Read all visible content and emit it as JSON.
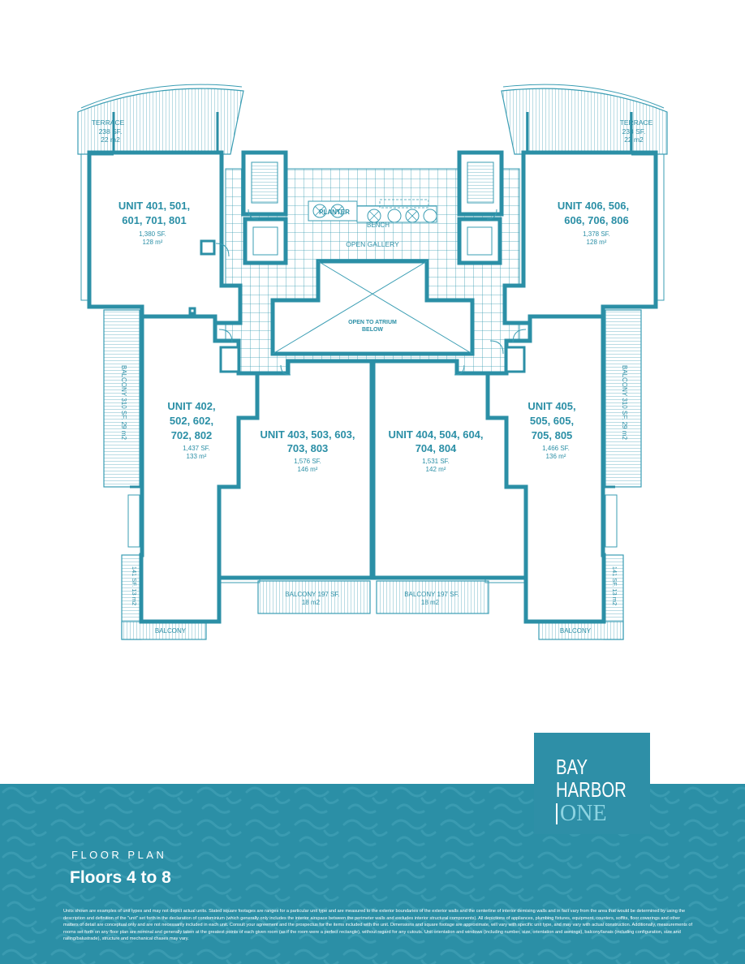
{
  "plan": {
    "units": {
      "u401": {
        "name_line1": "UNIT 401, 501,",
        "name_line2": "601, 701, 801",
        "sf": "1,380 SF.",
        "m2": "128 m²"
      },
      "u406": {
        "name_line1": "UNIT 406, 506,",
        "name_line2": "606, 706, 806",
        "sf": "1,378 SF.",
        "m2": "128 m²"
      },
      "u402": {
        "name_line1": "UNIT 402,",
        "name_line2": "502, 602,",
        "name_line3": "702, 802",
        "sf": "1,437 SF.",
        "m2": "133 m²"
      },
      "u403": {
        "name_line1": "UNIT 403, 503, 603,",
        "name_line2": "703, 803",
        "sf": "1,576 SF.",
        "m2": "146 m²"
      },
      "u404": {
        "name_line1": "UNIT 404, 504, 604,",
        "name_line2": "704, 804",
        "sf": "1,531 SF.",
        "m2": "142 m²"
      },
      "u405": {
        "name_line1": "UNIT 405,",
        "name_line2": "505, 605,",
        "name_line3": "705, 805",
        "sf": "1,466 SF.",
        "m2": "136 m²"
      }
    },
    "terrace_left": {
      "label": "TERRACE",
      "sf": "238 SF.",
      "m2": "22 m2"
    },
    "terrace_right": {
      "label": "TERRACE",
      "sf": "238 SF.",
      "m2": "22 m2"
    },
    "balcony_left_side": "BALCONY 310 SF. 29 m2",
    "balcony_right_side": "BALCONY 310 SF. 29 m2",
    "balcony_small_left": "141 SF. 13 m2",
    "balcony_small_right": "141 SF. 13 m2",
    "balcony_bottom_left": {
      "label": "BALCONY 197 SF.",
      "m2": "18 m2"
    },
    "balcony_bottom_right": {
      "label": "BALCONY 197 SF.",
      "m2": "18 m2"
    },
    "balcony_corner_left": "BALCONY",
    "balcony_corner_right": "BALCONY",
    "planter": "PLANTER",
    "bench": "BENCH",
    "open_gallery": "OPEN GALLERY",
    "atrium_line1": "OPEN TO ATRIUM",
    "atrium_line2": "BELOW"
  },
  "logo": {
    "line1": "BAY",
    "line2": "HARBOR",
    "line3": "ONE"
  },
  "footer": {
    "label": "FLOOR PLAN",
    "title": "Floors 4 to 8",
    "disclaimer": "Units shown are examples of unit types and may not depict actual units. Stated square footages are ranges for a particular unit type and are measured to the exterior boundaries of the exterior walls and the centerline of interior demising walls and in fact vary from the area that would be determined by using the description and definition of the \"unit\" set forth in the declaration of condominium (which generally only includes the interior airspace between the perimeter walls and excludes interior structural components). All depictions of appliances, plumbing fixtures, equipment, counters, soffits, floor coverings and other matters of detail are conceptual only and are not necessarily included in each unit. Consult your agreement and the prospectus for the items included with the unit. Dimensions and square footage are approximate, will vary with specific unit type, and may vary with actual construction. Additionally, measurements of rooms set forth on any floor plan are nominal and generally taken at the greatest points of each given room (as if the room were a perfect rectangle), without regard for any cutouts. Unit orientation and windows (including number, size, orientation and awnings), balcony/lanais (including configuration, size and railing/balustrade), structure and mechanical chases may vary."
  },
  "colors": {
    "wall": "#2b8fa6",
    "line": "#3a9db3",
    "footer_bg": "#2b8fa6",
    "logo_bg": "#2e8fa7",
    "logo_one": "#8dd4e2"
  }
}
